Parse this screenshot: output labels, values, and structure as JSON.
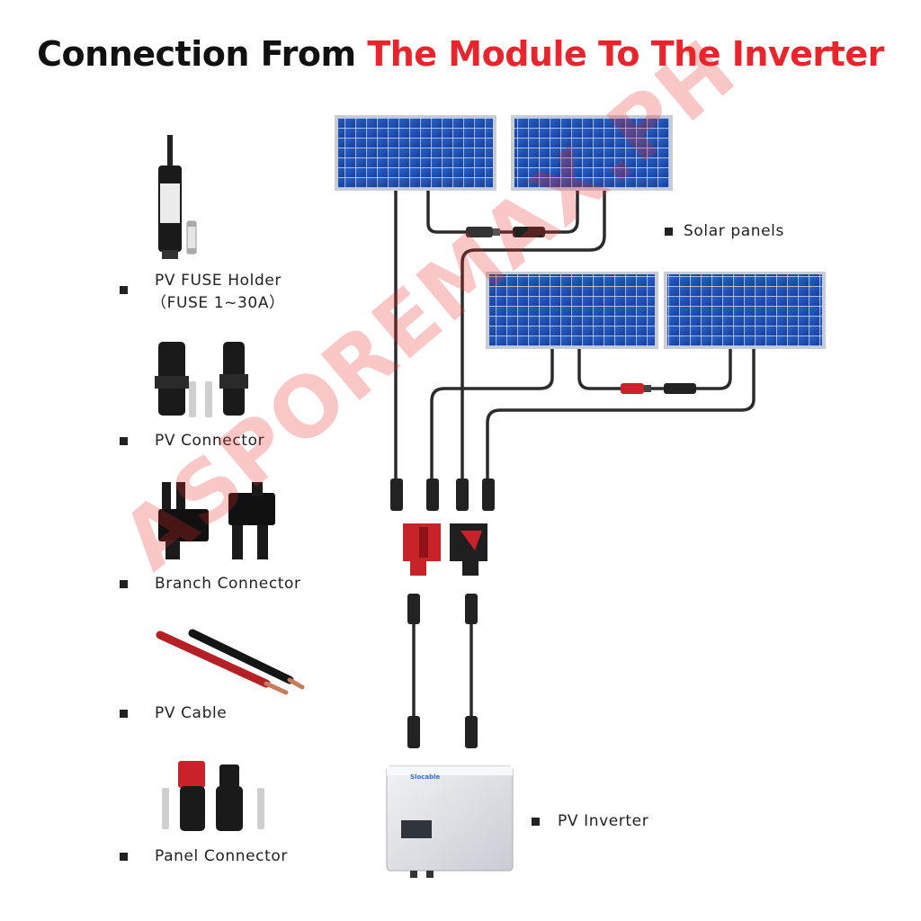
{
  "title": {
    "part1": "Connection From",
    "part2": "The Module To The Inverter"
  },
  "left_items": [
    {
      "label": "PV  FUSE Holder",
      "sublabel": "（FUSE  1~30A）"
    },
    {
      "label": "PV  Connector"
    },
    {
      "label": "Branch  Connector"
    },
    {
      "label": "PV  Cable"
    },
    {
      "label": "Panel  Connector"
    }
  ],
  "labels": {
    "solar_panels": "Solar panels",
    "pv_inverter": "PV Inverter"
  },
  "inverter_brand": "Slocable",
  "watermark": "ASPOREMAX.PH",
  "colors": {
    "title_black": "#111111",
    "title_red": "#e8242c",
    "panel_blue": "#1c4fb8",
    "cable": "#2b2b2b",
    "connector_red": "#c8222a",
    "inverter_body": "#e3e5e9"
  },
  "icons": {
    "bullet": "square-bullet",
    "panel": "solar-panel",
    "inverter": "inverter-box"
  }
}
